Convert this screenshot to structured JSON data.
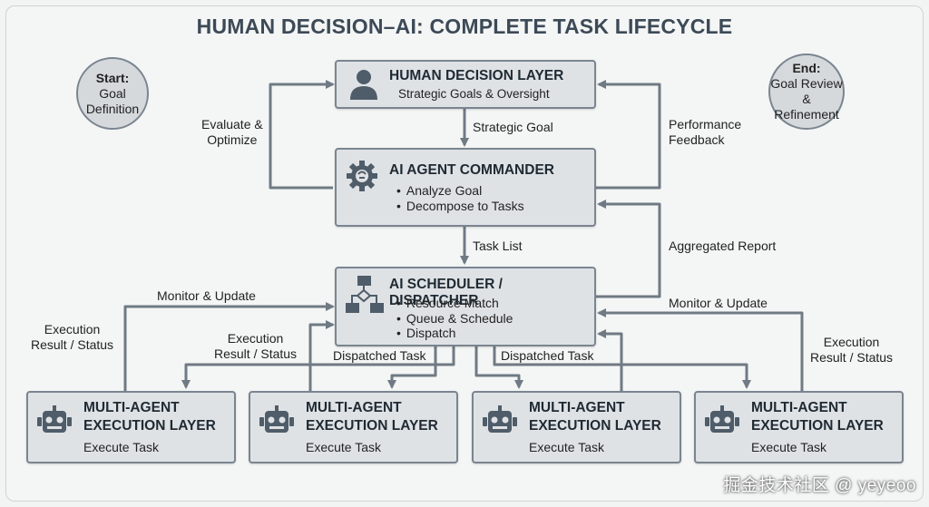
{
  "title": "HUMAN DECISION–AI: COMPLETE TASK LIFECYCLE",
  "start": {
    "lead": "Start:",
    "text": "Goal\nDefinition"
  },
  "end": {
    "lead": "End:",
    "text": "Goal Review\n& Refinement"
  },
  "human_layer": {
    "title": "HUMAN DECISION LAYER",
    "subtitle": "Strategic Goals & Oversight",
    "icon": "person-icon"
  },
  "commander": {
    "title": "AI AGENT COMMANDER",
    "items": [
      "Analyze Goal",
      "Decompose to Tasks"
    ],
    "icon": "gear-brain-icon"
  },
  "scheduler": {
    "title": "AI SCHEDULER / DISPATCHER",
    "items": [
      "Resource Match",
      "Queue & Schedule",
      "Dispatch"
    ],
    "icon": "flowchart-icon"
  },
  "executors": [
    {
      "title1": "MULTI-AGENT",
      "title2": "EXECUTION LAYER",
      "task": "Execute Task",
      "icon": "robot-icon"
    },
    {
      "title1": "MULTI-AGENT",
      "title2": "EXECUTION LAYER",
      "task": "Execute Task",
      "icon": "robot-icon"
    },
    {
      "title1": "MULTI-AGENT",
      "title2": "EXECUTION LAYER",
      "task": "Execute Task",
      "icon": "robot-icon"
    },
    {
      "title1": "MULTI-AGENT",
      "title2": "EXECUTION LAYER",
      "task": "Execute Task",
      "icon": "robot-icon"
    }
  ],
  "labels": {
    "strategic_goal": "Strategic Goal",
    "evaluate": "Evaluate &\nOptimize",
    "performance": "Performance\nFeedback",
    "task_list": "Task List",
    "aggregated": "Aggregated Report",
    "monitor_left": "Monitor & Update",
    "monitor_right": "Monitor & Update",
    "exec_result_1": "Execution\nResult / Status",
    "exec_result_2": "Execution\nResult / Status",
    "exec_result_4": "Execution\nResult / Status",
    "dispatched_1": "Dispatched Task",
    "dispatched_2": "Dispatched Task"
  },
  "watermark": "掘金技术社区 @ yeyeoo",
  "colors": {
    "box_fill": "#dfe2e5",
    "border": "#7a8590",
    "arrow": "#6f7a84",
    "title": "#3c4a57"
  }
}
